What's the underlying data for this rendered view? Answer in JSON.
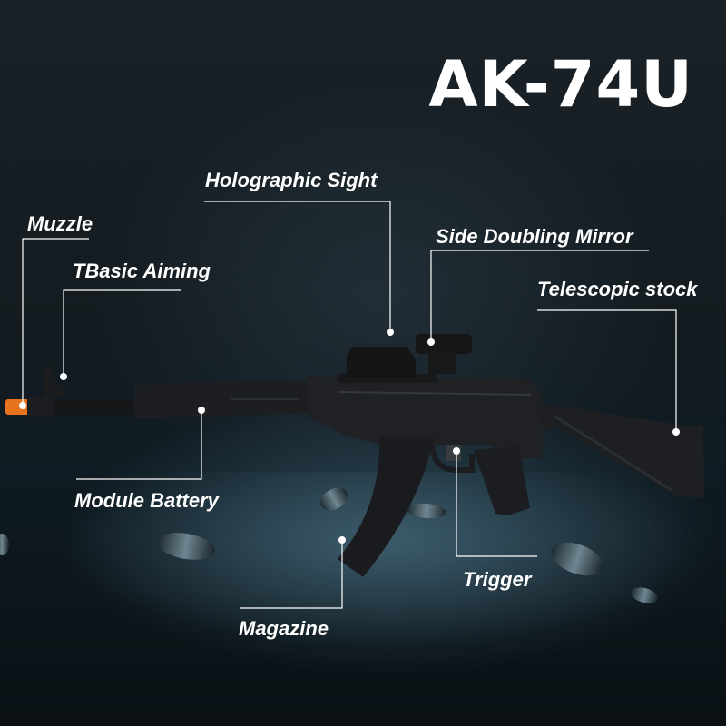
{
  "title": "AK-74U",
  "callouts": {
    "muzzle": "Muzzle",
    "basic_aiming": "TBasic Aiming",
    "holographic_sight": "Holographic Sight",
    "side_doubling_mirror": "Side Doubling Mirror",
    "telescopic_stock": "Telescopic stock",
    "module_battery": "Module Battery",
    "trigger": "Trigger",
    "magazine": "Magazine"
  },
  "colors": {
    "background": "#121a1f",
    "text": "#ffffff",
    "muzzle_tip": "#e8731e",
    "leader_line": "#ffffff"
  }
}
